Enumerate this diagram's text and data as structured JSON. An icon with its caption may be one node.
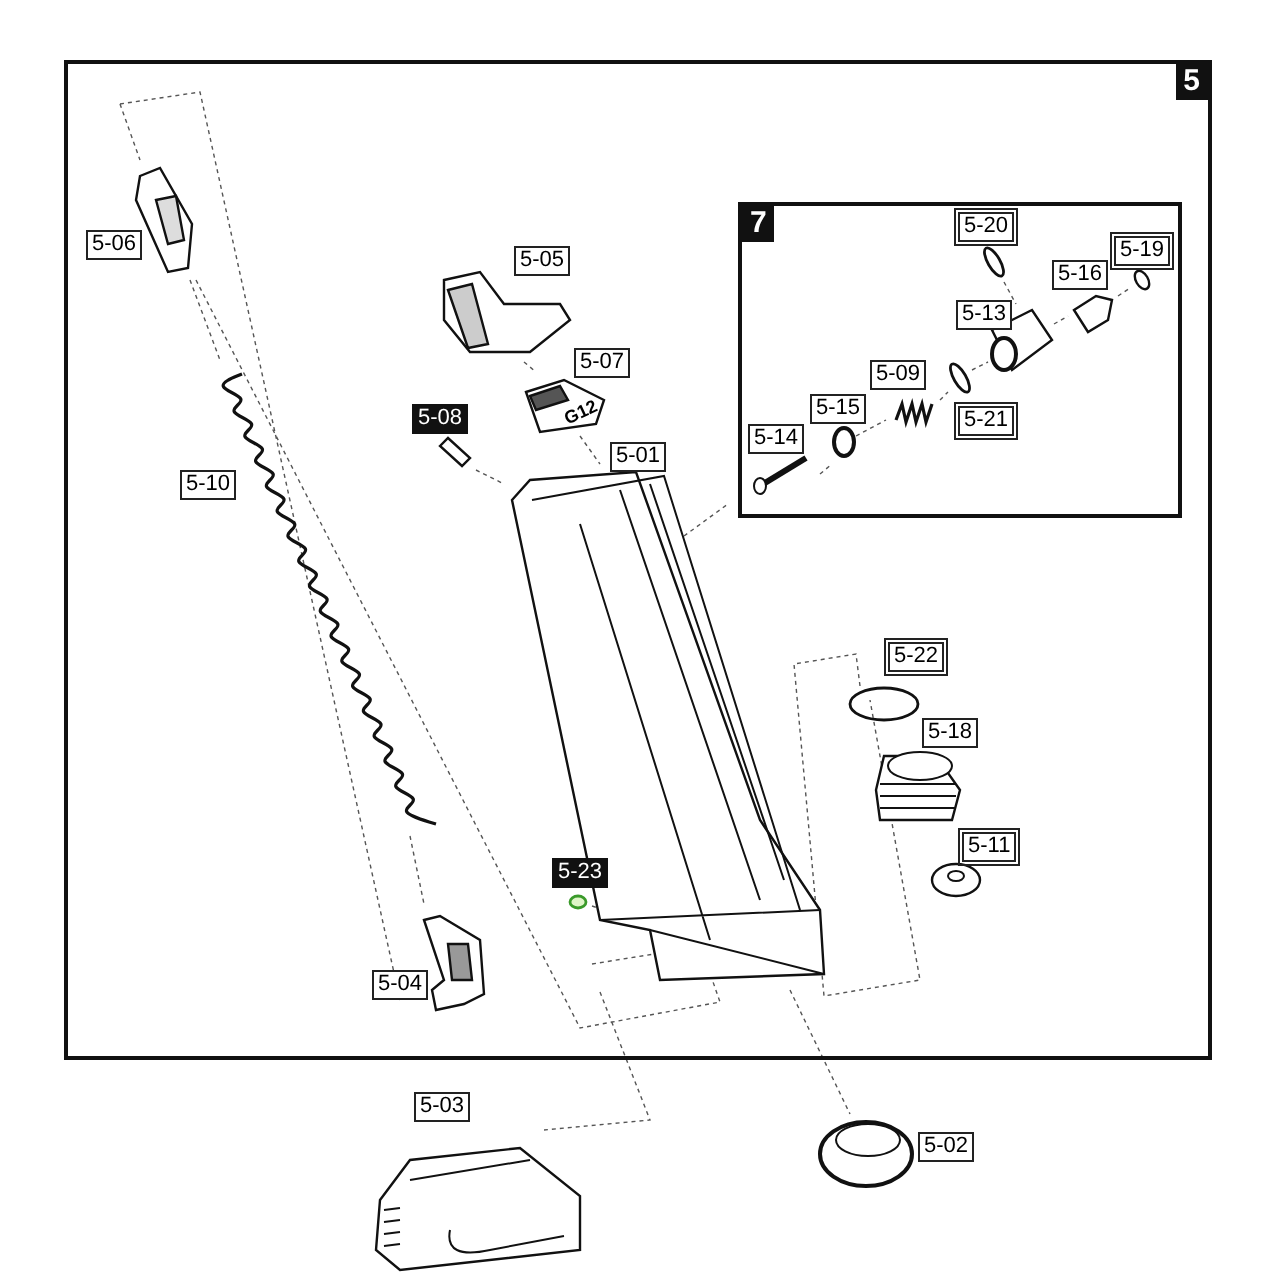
{
  "diagram": {
    "nodes": [
      {
        "text": [
          "5"
        ]
      },
      {
        "text": [
          "7"
        ],
        "in": 0
      }
    ],
    "labels": [
      "5-06",
      "5-05",
      "5-07",
      "5-08",
      "5-01",
      "5-10",
      "5-20",
      "5-19",
      "5-16",
      "5-13",
      "5-09",
      "5-15",
      "5-21",
      "5-14",
      "G12",
      "5-22",
      "5-18",
      "5-11",
      "5-23",
      "5-04",
      "5-03",
      "5-02"
    ]
  }
}
